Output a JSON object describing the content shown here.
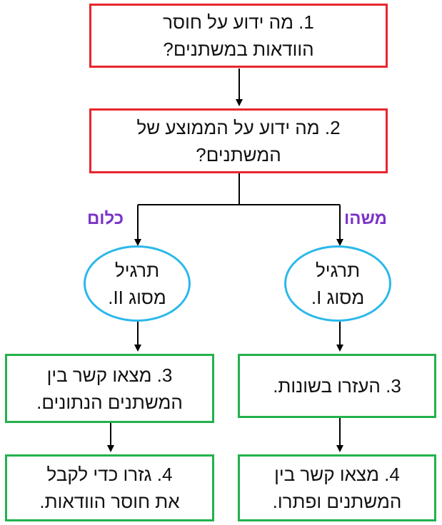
{
  "title": "",
  "colors": {
    "question_border": "#e8262e",
    "step_border": "#23b14d",
    "exercise_border": "#2bb8ea",
    "branch_label": "#7b33c7",
    "connector": "#000000"
  },
  "nodes": {
    "q1": {
      "line1": "1. מה ידוע על חוסר",
      "line2": "הוודאות במשתנים?"
    },
    "q2": {
      "line1": "2. מה ידוע על הממוצע של",
      "line2": "המשתנים?"
    },
    "branch_right": "משהו",
    "branch_left": "כלום",
    "exercise_right": {
      "line1": "תרגיל",
      "line2": "מסוג I."
    },
    "exercise_left": {
      "line1": "תרגיל",
      "line2": "מסוג II."
    },
    "right_step3": {
      "line1": "3. העזרו בשונות."
    },
    "right_step4": {
      "line1": "4. מצאו קשר בין",
      "line2": "המשתנים ופתרו."
    },
    "left_step3": {
      "line1": "3. מצאו קשר בין",
      "line2": "המשתנים הנתונים."
    },
    "left_step4": {
      "line1": "4. גזרו כדי לקבל",
      "line2": "את חוסר הוודאות."
    }
  }
}
